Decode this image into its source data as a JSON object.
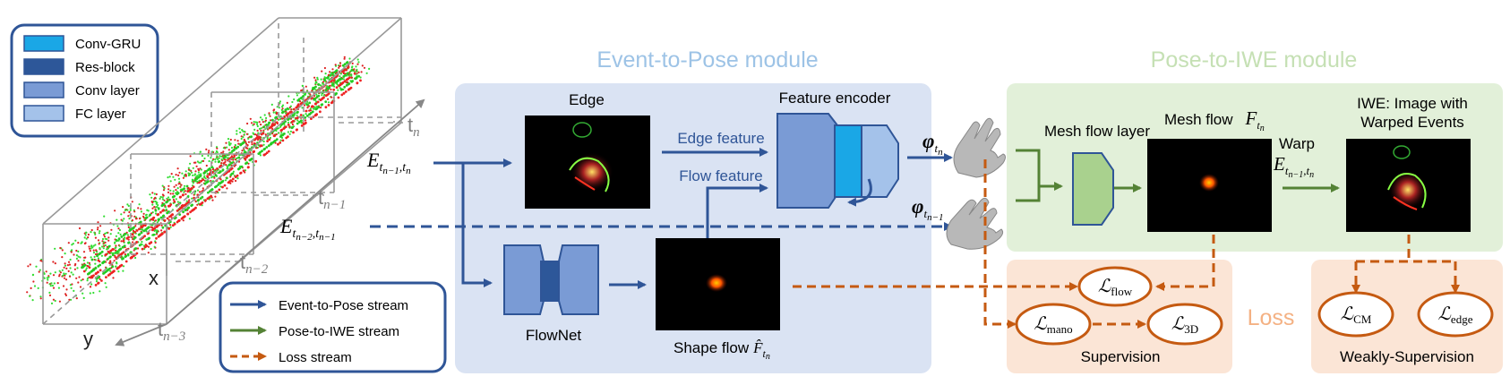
{
  "legend": {
    "items": [
      {
        "label": "Conv-GRU",
        "color": "#1aa7e6"
      },
      {
        "label": "Res-block",
        "color": "#2d5799"
      },
      {
        "label": "Conv layer",
        "color": "#7a9bd5"
      },
      {
        "label": "FC layer",
        "color": "#a4c2ea"
      }
    ]
  },
  "stream_legend": {
    "items": [
      {
        "label": "Event-to-Pose stream",
        "color": "#2f5597",
        "style": "solid"
      },
      {
        "label": "Pose-to-IWE stream",
        "color": "#548235",
        "style": "solid"
      },
      {
        "label": "Loss stream",
        "color": "#c55a11",
        "style": "dashed"
      }
    ]
  },
  "volume": {
    "time_labels": [
      "t",
      "t",
      "t",
      "t"
    ],
    "time_subs": [
      "n",
      "n−1",
      "n−2",
      "n−3"
    ],
    "axis_x": "x",
    "axis_y": "y"
  },
  "events": {
    "e1_main": "E",
    "e1_sub": "t",
    "e1_sub2": "n−1",
    "e1_sep": ",t",
    "e1_sub3": "n",
    "e2_main": "E",
    "e2_sub": "t",
    "e2_sub2": "n−2",
    "e2_sep": ",t",
    "e2_sub3": "n−1"
  },
  "event_to_pose": {
    "title": "Event-to-Pose module",
    "edge_label": "Edge",
    "feature_encoder_label": "Feature encoder",
    "edge_feature": "Edge feature",
    "flow_feature": "Flow feature",
    "flownet_label": "FlowNet",
    "shape_flow_label": "Shape flow",
    "shape_flow_sym": "F̂",
    "shape_flow_sub": "t",
    "shape_flow_sub2": "n"
  },
  "pose": {
    "phi": "φ",
    "phi1_sub": "t",
    "phi1_sub2": "n",
    "phi2_sub": "t",
    "phi2_sub2": "n−1"
  },
  "pose_to_iwe": {
    "title": "Pose-to-IWE module",
    "mesh_flow_layer": "Mesh flow layer",
    "mesh_flow": "Mesh flow",
    "mesh_flow_sym": "F",
    "mesh_flow_sub": "t",
    "mesh_flow_sub2": "n",
    "warp": "Warp",
    "warp_e": "E",
    "warp_sub": "t",
    "warp_sub2": "n−1",
    "warp_sep": ",t",
    "warp_sub3": "n",
    "iwe_line1": "IWE: Image with",
    "iwe_line2": "Warped Events"
  },
  "loss": {
    "title": "Loss",
    "supervision": "Supervision",
    "weak_supervision": "Weakly-Supervision",
    "l_sym": "ℒ",
    "l_flow": "flow",
    "l_mano": "mano",
    "l_3d": "3D",
    "l_cm": "CM",
    "l_edge": "edge"
  },
  "colors": {
    "blue_panel": "#dae3f3",
    "green_panel": "#e2f0d9",
    "orange_panel": "#fbe5d6",
    "blue_arrow": "#2f5597",
    "green_arrow": "#548235",
    "orange_arrow": "#c55a11",
    "blue_title": "#9dc3e6",
    "green_title": "#c5e0b4",
    "orange_title": "#f4b183"
  }
}
